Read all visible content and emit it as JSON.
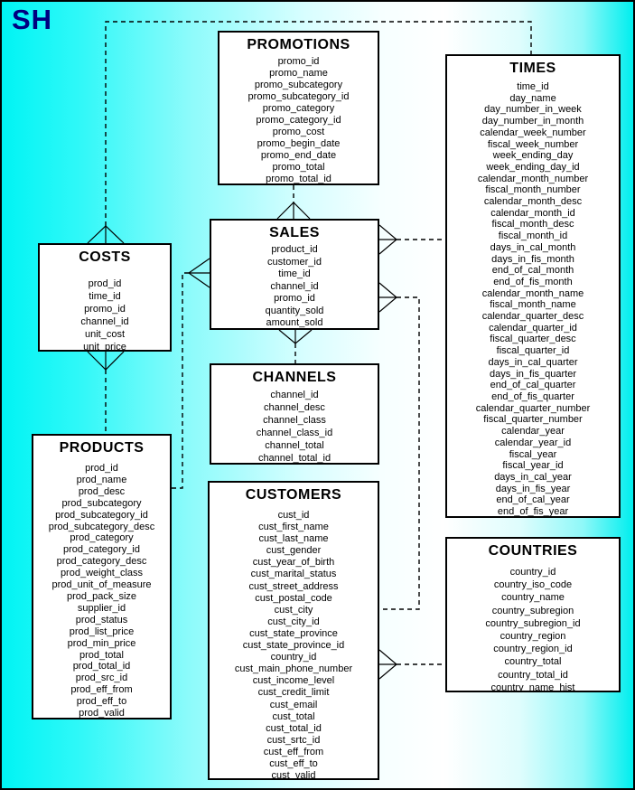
{
  "page": {
    "logo": "SH"
  },
  "colors": {
    "background_edge": "#00f4f4",
    "background_middle": "#ffffff",
    "logo": "#000080",
    "box_background": "#ffffff",
    "box_border": "#000000",
    "line": "#000000"
  },
  "tables": {
    "promotions": {
      "title": "PROMOTIONS",
      "fields": [
        "promo_id",
        "promo_name",
        "promo_subcategory",
        "promo_subcategory_id",
        "promo_category",
        "promo_category_id",
        "promo_cost",
        "promo_begin_date",
        "promo_end_date",
        "promo_total",
        "promo_total_id"
      ]
    },
    "times": {
      "title": "TIMES",
      "fields": [
        "time_id",
        "day_name",
        "day_number_in_week",
        "day_number_in_month",
        "calendar_week_number",
        "fiscal_week_number",
        "week_ending_day",
        "week_ending_day_id",
        "calendar_month_number",
        "fiscal_month_number",
        "calendar_month_desc",
        "calendar_month_id",
        "fiscal_month_desc",
        "fiscal_month_id",
        "days_in_cal_month",
        "days_in_fis_month",
        "end_of_cal_month",
        "end_of_fis_month",
        "calendar_month_name",
        "fiscal_month_name",
        "calendar_quarter_desc",
        "calendar_quarter_id",
        "fiscal_quarter_desc",
        "fiscal_quarter_id",
        "days_in_cal_quarter",
        "days_in_fis_quarter",
        "end_of_cal_quarter",
        "end_of_fis_quarter",
        "calendar_quarter_number",
        "fiscal_quarter_number",
        "calendar_year",
        "calendar_year_id",
        "fiscal_year",
        "fiscal_year_id",
        "days_in_cal_year",
        "days_in_fis_year",
        "end_of_cal_year",
        "end_of_fis_year"
      ]
    },
    "costs": {
      "title": "COSTS",
      "fields": [
        "prod_id",
        "time_id",
        "promo_id",
        "channel_id",
        "unit_cost",
        "unit_price"
      ]
    },
    "sales": {
      "title": "SALES",
      "fields": [
        "product_id",
        "customer_id",
        "time_id",
        "channel_id",
        "promo_id",
        "quantity_sold",
        "amount_sold"
      ]
    },
    "channels": {
      "title": "CHANNELS",
      "fields": [
        "channel_id",
        "channel_desc",
        "channel_class",
        "channel_class_id",
        "channel_total",
        "channel_total_id"
      ]
    },
    "products": {
      "title": "PRODUCTS",
      "fields": [
        "prod_id",
        "prod_name",
        "prod_desc",
        "prod_subcategory",
        "prod_subcategory_id",
        "prod_subcategory_desc",
        "prod_category",
        "prod_category_id",
        "prod_category_desc",
        "prod_weight_class",
        "prod_unit_of_measure",
        "prod_pack_size",
        "supplier_id",
        "prod_status",
        "prod_list_price",
        "prod_min_price",
        "prod_total",
        "prod_total_id",
        "prod_src_id",
        "prod_eff_from",
        "prod_eff_to",
        "prod_valid"
      ]
    },
    "customers": {
      "title": "CUSTOMERS",
      "fields": [
        "cust_id",
        "cust_first_name",
        "cust_last_name",
        "cust_gender",
        "cust_year_of_birth",
        "cust_marital_status",
        "cust_street_address",
        "cust_postal_code",
        "cust_city",
        "cust_city_id",
        "cust_state_province",
        "cust_state_province_id",
        "country_id",
        "cust_main_phone_number",
        "cust_income_level",
        "cust_credit_limit",
        "cust_email",
        "cust_total",
        "cust_total_id",
        "cust_srtc_id",
        "cust_eff_from",
        "cust_eff_to",
        "cust_valid"
      ]
    },
    "countries": {
      "title": "COUNTRIES",
      "fields": [
        "country_id",
        "country_iso_code",
        "country_name",
        "country_subregion",
        "country_subregion_id",
        "country_region",
        "country_region_id",
        "country_total",
        "country_total_id",
        "country_name_hist"
      ]
    }
  },
  "relationships": [
    {
      "id": "costs-times",
      "many": "COSTS",
      "one": "TIMES"
    },
    {
      "id": "sales-promotions",
      "many": "SALES",
      "one": "PROMOTIONS"
    },
    {
      "id": "sales-times",
      "many": "SALES",
      "one": "TIMES"
    },
    {
      "id": "sales-customers",
      "many": "SALES",
      "one": "CUSTOMERS"
    },
    {
      "id": "sales-channels",
      "many": "SALES",
      "one": "CHANNELS"
    },
    {
      "id": "sales-products",
      "many": "SALES",
      "one": "PRODUCTS"
    },
    {
      "id": "costs-products",
      "many": "COSTS",
      "one": "PRODUCTS"
    },
    {
      "id": "customers-countries",
      "many": "CUSTOMERS",
      "one": "COUNTRIES"
    }
  ]
}
